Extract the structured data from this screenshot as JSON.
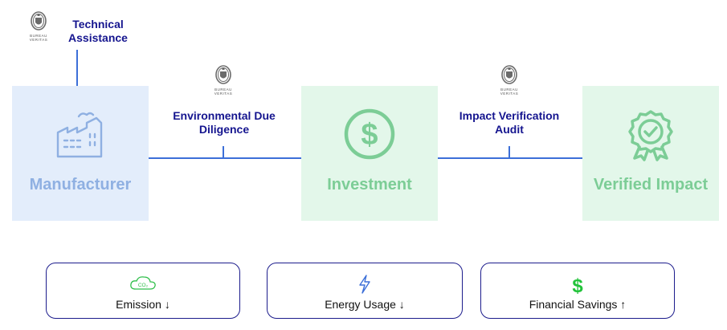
{
  "stages": {
    "manufacturer": "Manufacturer",
    "investment": "Investment",
    "verified_impact": "Verified Impact"
  },
  "services": {
    "technical_assistance": [
      "Technical",
      "Assistance"
    ],
    "due_diligence": [
      "Environmental Due",
      "Diligence"
    ],
    "verification_audit": [
      "Impact Verification",
      "Audit"
    ]
  },
  "metrics": [
    {
      "label": "Emission ↓",
      "icon": "co2-cloud-icon"
    },
    {
      "label": "Energy Usage ↓",
      "icon": "lightning-icon"
    },
    {
      "label": "Financial Savings ↑",
      "icon": "dollar-sign-icon"
    }
  ],
  "logo_text": [
    "BUREAU",
    "VERITAS"
  ],
  "colors": {
    "manufacturer_bg": "#e3edfb",
    "manufacturer_fg": "#8fb0e2",
    "green_bg": "#e3f7ea",
    "green_fg": "#7ccd96",
    "label_navy": "#15158f",
    "line_blue": "#3c6fd8"
  }
}
